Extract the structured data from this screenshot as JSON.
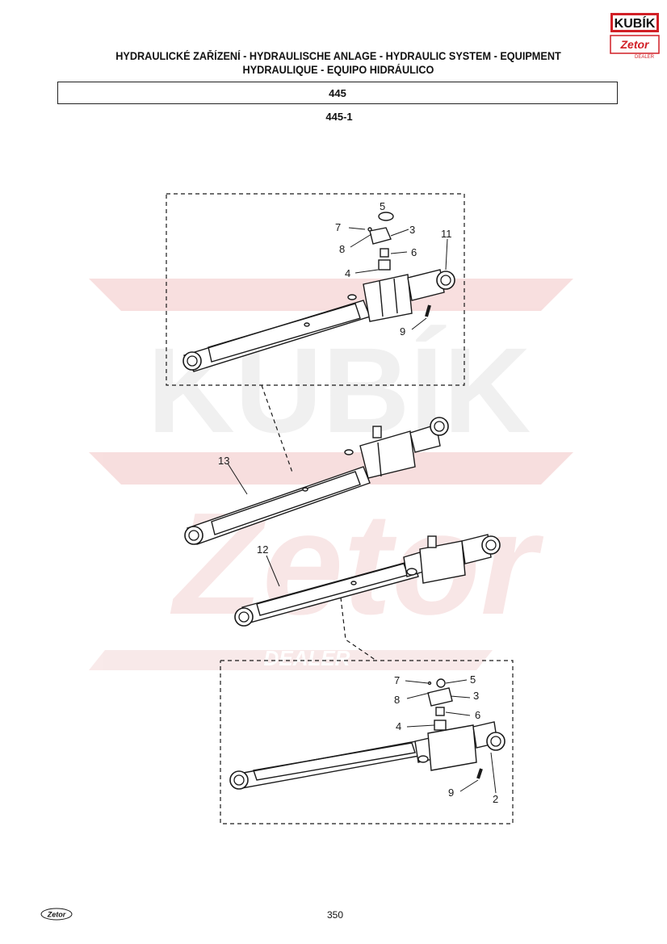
{
  "header": {
    "title_line1": "HYDRAULICKÉ ZAŘÍZENÍ - HYDRAULISCHE ANLAGE - HYDRAULIC SYSTEM - EQUIPMENT",
    "title_line2": "HYDRAULIQUE - EQUIPO HIDRÁULICO",
    "section": "445",
    "subsection": "445-1"
  },
  "logo": {
    "brand": "KUBÍK",
    "sub": "Zetor",
    "dealer": "DEALER"
  },
  "footer": {
    "page": "350",
    "logo": "Zetor"
  },
  "callouts_top": [
    "5",
    "7",
    "3",
    "8",
    "6",
    "11",
    "4",
    "9"
  ],
  "callouts_main": [
    "13",
    "12"
  ],
  "callouts_bottom": [
    "7",
    "5",
    "8",
    "3",
    "6",
    "4",
    "9",
    "2"
  ],
  "colors": {
    "watermark": "#f6d0d0",
    "watermark_gray": "#e8e8e8",
    "line": "#1a1a1a",
    "logo_red": "#d11f26"
  }
}
